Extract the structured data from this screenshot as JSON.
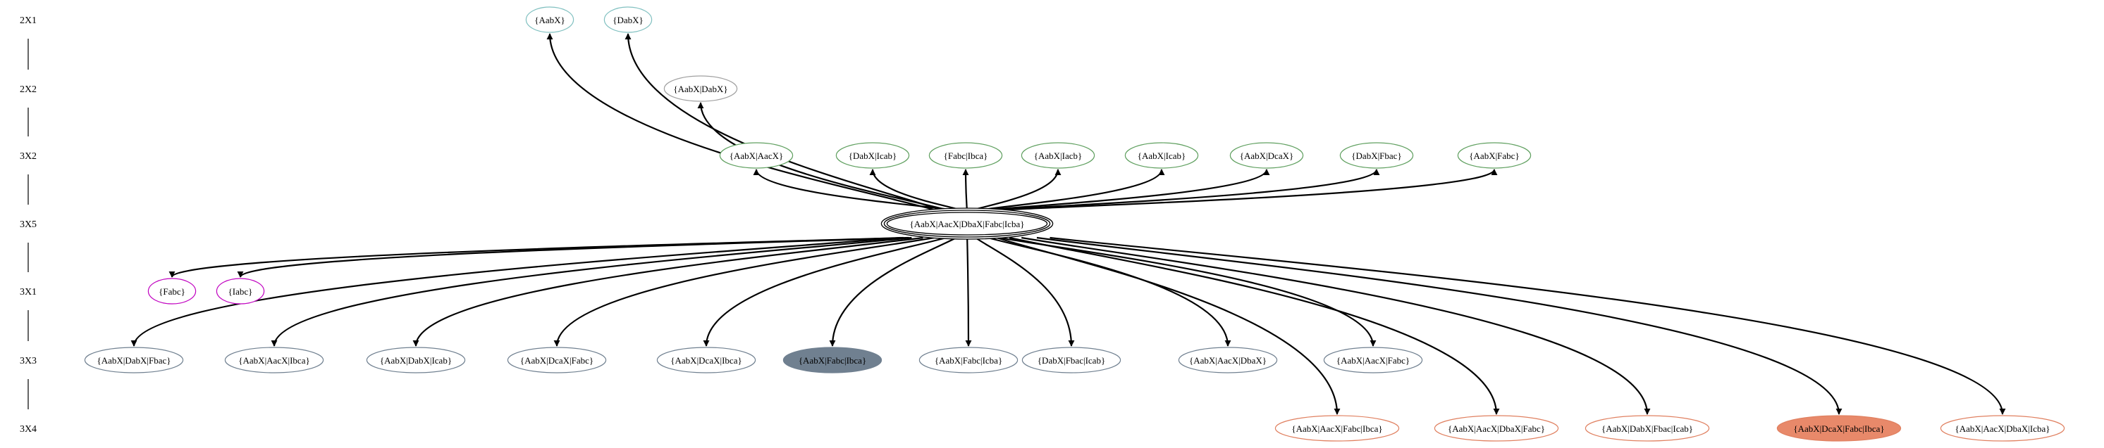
{
  "rank_labels": [
    "2X1",
    "2X2",
    "3X2",
    "3X5",
    "3X1",
    "3X3",
    "3X4"
  ],
  "center": {
    "label": "{AabX|AacX|DbaX|Fabc|Icba}",
    "group": "3X5"
  },
  "groups": [
    {
      "rank": "2X1",
      "color": "#80c0c0",
      "fill": "none",
      "dir": "up",
      "nodes": [
        "{AabX}",
        "{DabX}"
      ]
    },
    {
      "rank": "2X2",
      "color": "#a0a0a0",
      "fill": "none",
      "dir": "up",
      "nodes": [
        "{AabX|DabX}"
      ]
    },
    {
      "rank": "3X2",
      "color": "#60a060",
      "fill": "none",
      "dir": "up",
      "nodes": [
        "{AabX|AacX}",
        "{DabX|Icab}",
        "{Fabc|Ibca}",
        "{AabX|Iacb}",
        "{AabX|Icab}",
        "{AabX|DcaX}",
        "{DabX|Fbac}",
        "{AabX|Fabc}"
      ]
    },
    {
      "rank": "3X1",
      "color": "#c000c0",
      "fill": "none",
      "dir": "down",
      "nodes": [
        "{Fabc}",
        "{Iabc}"
      ]
    },
    {
      "rank": "3X3",
      "color": "#708090",
      "fill": "none",
      "dir": "down",
      "nodes": [
        "{AabX|DabX|Fbac}",
        "{AabX|AacX|Ibca}",
        "{AabX|DabX|Icab}",
        "{AabX|DcaX|Fabc}",
        "{AabX|DcaX|Ibca}",
        "{AabX|Fabc|Ibca}",
        "{AabX|Fabc|Icba}",
        "{DabX|Fbac|Icab}",
        "{AabX|AacX|DbaX}",
        "{AabX|AacX|Fabc}"
      ],
      "filled": {
        "{AabX|Fabc|Ibca}": "#708090"
      }
    },
    {
      "rank": "3X4",
      "color": "#e08060",
      "fill": "none",
      "dir": "down",
      "nodes": [
        "{AabX|AacX|Fabc|Ibca}",
        "{AabX|AacX|DbaX|Fabc}",
        "{AabX|DabX|Fbac|Icab}",
        "{AabX|DcaX|Fabc|Ibca}",
        "{AabX|AacX|DbaX|Icba}"
      ],
      "filled": {
        "{AabX|DcaX|Fabc|Ibca}": "#e8896a"
      }
    }
  ]
}
